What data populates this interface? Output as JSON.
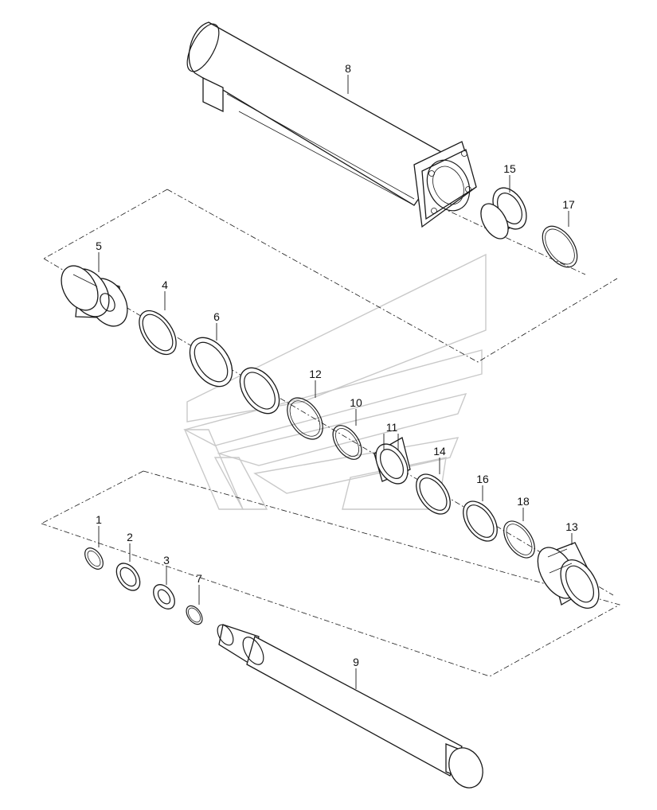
{
  "callouts": {
    "c8": "8",
    "c15": "15",
    "c17": "17",
    "c5": "5",
    "c4": "4",
    "c6": "6",
    "c12": "12",
    "c10": "10",
    "c11": "11",
    "c14": "14",
    "c16": "16",
    "c18": "18",
    "c13": "13",
    "c1": "1",
    "c2": "2",
    "c3": "3",
    "c7": "7",
    "c9": "9"
  },
  "colors": {
    "line": "#1a1a1a",
    "watermark": "#c9c9c9",
    "background": "#ffffff"
  }
}
